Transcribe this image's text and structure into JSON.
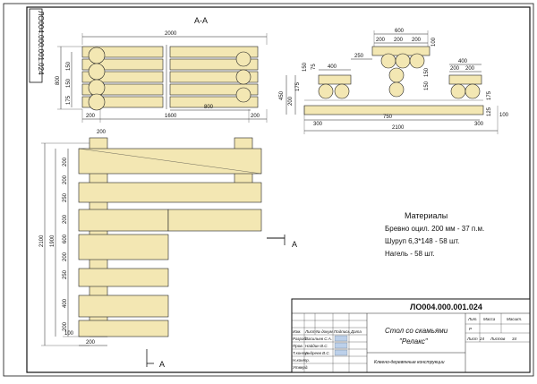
{
  "stamp": {
    "code_rotated": "ЛО004.000.001.024"
  },
  "section": {
    "label": "А-А"
  },
  "top_view": {
    "dims": {
      "total": "2000",
      "height": "800",
      "left_stack": [
        "175",
        "150",
        "150"
      ],
      "bottom_left": "200",
      "bottom_span": "1600",
      "inner": "800",
      "right_end": "200"
    }
  },
  "side_view": {
    "dims": {
      "top_total": "600",
      "top_parts": [
        "200",
        "200",
        "200"
      ],
      "right_side": "100",
      "step": "250",
      "left_bench_w": "400",
      "left_top": "75",
      "left_stack": [
        "450",
        "200",
        "175",
        "150"
      ],
      "center_stack": [
        "150",
        "150"
      ],
      "right_bench_w": "400",
      "right_bench_parts": [
        "200",
        "200"
      ],
      "right_stack": [
        "175",
        "125"
      ],
      "bottom_left": "300",
      "bottom_mid": "750",
      "bottom_right": "300",
      "bottom_right_side": "100",
      "bottom_total": "2100"
    }
  },
  "plan_view": {
    "dims": {
      "top_w": "200",
      "total_h": "2100",
      "inner_h": "1900",
      "left_stack": [
        "200",
        "200",
        "250",
        "200",
        "600",
        "200",
        "250",
        "400",
        "200"
      ],
      "bottom_left": "100",
      "bottom_w": "200"
    },
    "cut_label": "А"
  },
  "materials": {
    "title": "Материалы",
    "items": [
      "Бревно оцил. 200 мм - 37 п.м.",
      "Шуруп 6,3*148 - 58 шт.",
      "Нагель - 58 шт."
    ]
  },
  "title_block": {
    "code": "ЛО004.000.001.024",
    "name_line1": "Стол со скамьями",
    "name_line2": "\"Релакс\"",
    "subtitle": "Клеено-деревянные конструкции",
    "cols": [
      "Изм.",
      "Лист",
      "№ докум.",
      "Подпись",
      "Дата"
    ],
    "rows": [
      {
        "role": "Разраб.",
        "name": "Васильев С.А."
      },
      {
        "role": "Пров.",
        "name": "Найдин В.С."
      },
      {
        "role": "Т.контр.",
        "name": "Андреев В.С."
      },
      {
        "role": "Н.контр.",
        "name": ""
      },
      {
        "role": "Утверд.",
        "name": ""
      }
    ],
    "stage_header": "Лит.",
    "mass_header": "Масса",
    "scale_header": "Масшт.",
    "stage": "Р",
    "sheet_label": "Лист",
    "sheet_no": "24",
    "sheets_label": "Листов",
    "sheets_total": "34"
  }
}
